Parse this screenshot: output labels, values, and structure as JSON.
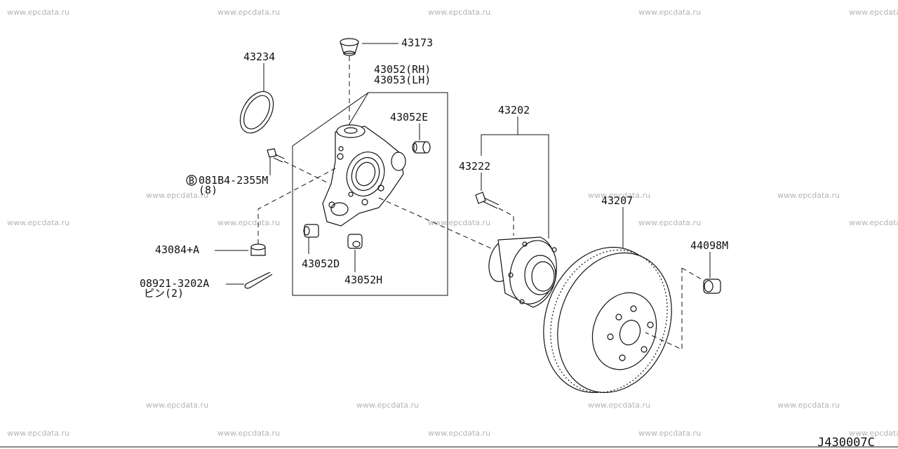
{
  "watermark": "www.epcdata.ru",
  "diagram_code": "J430007C",
  "parts": {
    "p43173": "43173",
    "p43234": "43234",
    "p43052rh": "43052(RH)",
    "p43053lh": "43053(LH)",
    "p43052e": "43052E",
    "p43202": "43202",
    "p43222": "43222",
    "bolt_marker": "B",
    "bolt_code": "081B4-2355M",
    "bolt_qty": "(8)",
    "p43207": "43207",
    "p44098m": "44098M",
    "p43084a": "43084+A",
    "p43052d": "43052D",
    "p43052h": "43052H",
    "pin_code": "08921-3202A",
    "pin_note": "ピン(2)"
  }
}
